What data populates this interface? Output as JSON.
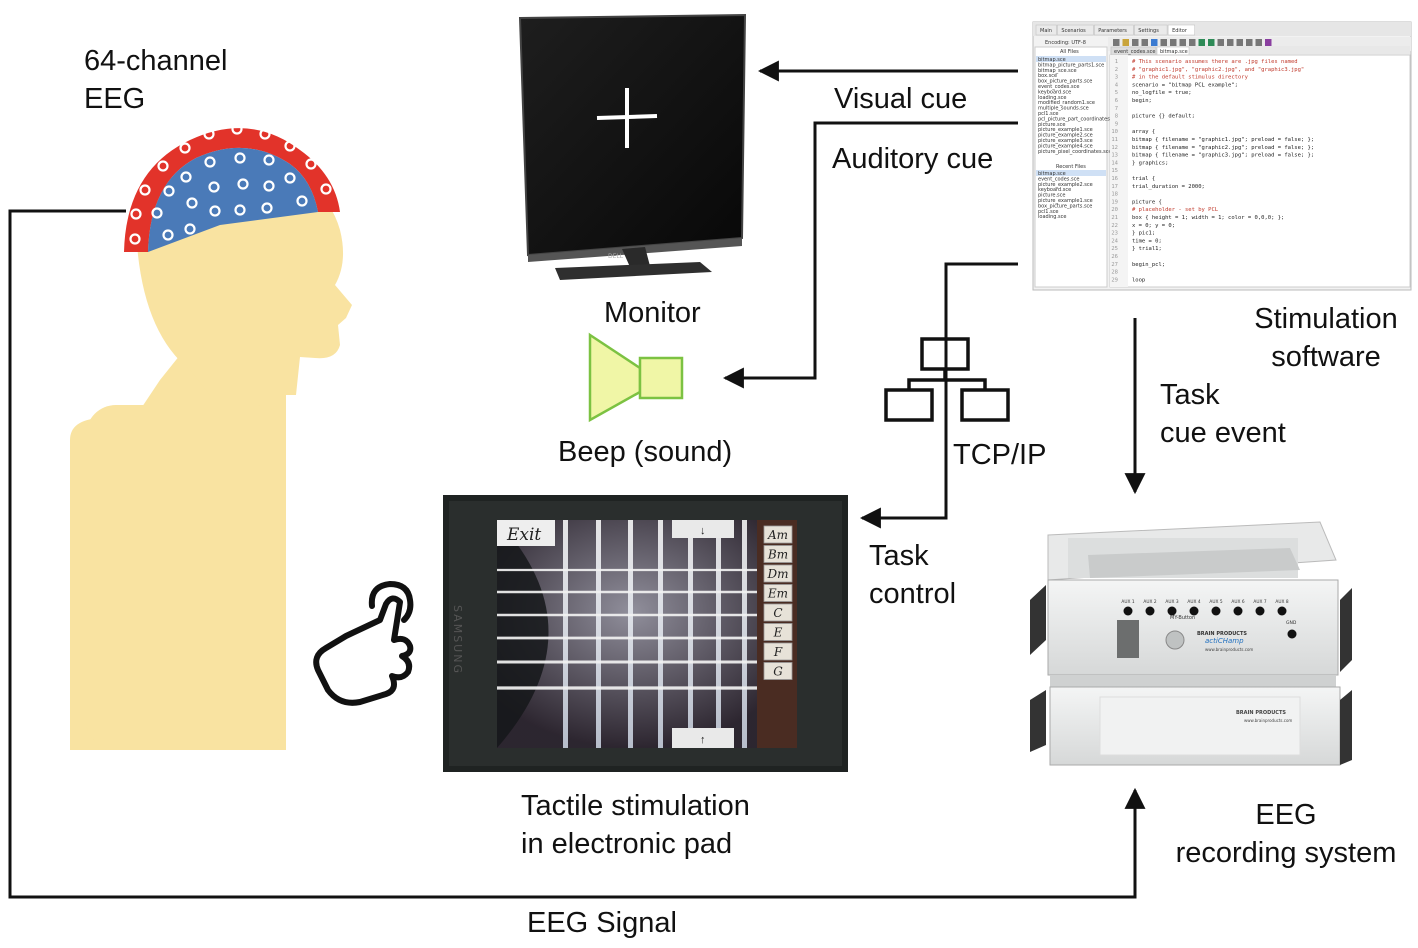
{
  "labels": {
    "eeg_cap": [
      "64-channel",
      "EEG"
    ],
    "monitor": "Monitor",
    "visual_cue": "Visual cue",
    "auditory_cue": "Auditory cue",
    "beep": "Beep (sound)",
    "stim_software": [
      "Stimulation",
      "software"
    ],
    "task_cue_event": [
      "Task",
      "cue event"
    ],
    "tcp_ip": "TCP/IP",
    "task_control": [
      "Task",
      "control"
    ],
    "tactile": [
      "Tactile stimulation",
      "in electronic pad"
    ],
    "eeg_system": [
      "EEG",
      "recording system"
    ],
    "eeg_signal": "EEG Signal"
  },
  "software_ui": {
    "tabs": [
      "Main",
      "Scenarios",
      "Parameters",
      "Settings",
      "Editor"
    ],
    "encoding": "Encoding: UTF-8",
    "all_files": "All Files",
    "recent_files": "Recent Files",
    "file_tabs": [
      "event_codes.sce",
      "bitmap.sce"
    ],
    "files": [
      "bitmap.sce",
      "bitmap_picture_parts1.sce",
      "bitmap_sce.sce",
      "box.sce",
      "box_picture_parts.sce",
      "event_codes.sce",
      "keyboard.sce",
      "loading.sce",
      "modified_random1.sce",
      "multiple_sounds.sce",
      "pcl1.sce",
      "pcl_picture_part_coordinates.sce",
      "picture.sce",
      "picture_example1.sce",
      "picture_example2.sce",
      "picture_example3.sce",
      "picture_example4.sce",
      "picture_pixel_coordinates.sce"
    ],
    "recent": [
      "bitmap.sce",
      "event_codes.sce",
      "picture_example2.sce",
      "keyboard.sce",
      "picture.sce",
      "picture_example1.sce",
      "box_picture_parts.sce",
      "pcl1.sce",
      "loading.sce"
    ],
    "code_lines": [
      {
        "t": "# This scenario assumes there are .jpg files named",
        "c": "r"
      },
      {
        "t": "# \"graphic1.jpg\", \"graphic2.jpg\", and \"graphic3.jpg\"",
        "c": "r"
      },
      {
        "t": "# in the default stimulus directory",
        "c": "r"
      },
      {
        "t": "scenario = \"bitmap PCL example\";",
        "c": "k"
      },
      {
        "t": "no_logfile = true;",
        "c": "k"
      },
      {
        "t": "begin;",
        "c": "k"
      },
      {
        "t": "",
        "c": "k"
      },
      {
        "t": "picture {} default;",
        "c": "k"
      },
      {
        "t": "",
        "c": "k"
      },
      {
        "t": "array {",
        "c": "k"
      },
      {
        "t": "   bitmap { filename = \"graphic1.jpg\"; preload = false; };",
        "c": "k"
      },
      {
        "t": "   bitmap { filename = \"graphic2.jpg\"; preload = false; };",
        "c": "k"
      },
      {
        "t": "   bitmap { filename = \"graphic3.jpg\"; preload = false; };",
        "c": "k"
      },
      {
        "t": "} graphics;",
        "c": "k"
      },
      {
        "t": "",
        "c": "k"
      },
      {
        "t": "trial {",
        "c": "k"
      },
      {
        "t": "   trial_duration = 2000;",
        "c": "k"
      },
      {
        "t": "",
        "c": "k"
      },
      {
        "t": "   picture {",
        "c": "k"
      },
      {
        "t": "      # placeholder - set by PCL",
        "c": "r"
      },
      {
        "t": "      box { height = 1; width = 1; color = 0,0,0; };",
        "c": "k"
      },
      {
        "t": "      x = 0; y = 0;",
        "c": "k"
      },
      {
        "t": "   } pic1;",
        "c": "k"
      },
      {
        "t": "   time = 0;",
        "c": "k"
      },
      {
        "t": "} trial1;",
        "c": "k"
      },
      {
        "t": "",
        "c": "k"
      },
      {
        "t": "begin_pcl;",
        "c": "k"
      },
      {
        "t": "",
        "c": "k"
      },
      {
        "t": "loop",
        "c": "k"
      }
    ]
  },
  "pad": {
    "exit": "Exit",
    "chords": [
      "Am",
      "Bm",
      "Dm",
      "Em",
      "C",
      "E",
      "F",
      "G"
    ],
    "brand": "SAMSUNG"
  },
  "amp": {
    "ports": [
      "AUX 1",
      "AUX 2",
      "AUX 3",
      "AUX 4",
      "AUX 5",
      "AUX 6",
      "AUX 7",
      "AUX 8"
    ],
    "gnd": "GND",
    "button": "MY-Button",
    "brand": "BRAIN PRODUCTS",
    "model": "actiCHamp",
    "url": "www.brainproducts.com"
  },
  "monitor_brand": "DELL",
  "colors": {
    "skin": "#f9e3a1",
    "cap_red": "#e2332a",
    "cap_blue": "#4a7ab8",
    "speaker_fill": "#f0f6a6",
    "speaker_stroke": "#7cc242",
    "line": "#111111"
  }
}
